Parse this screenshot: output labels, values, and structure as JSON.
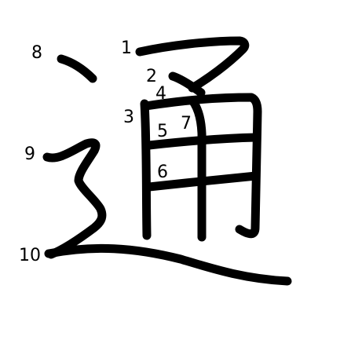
{
  "character": {
    "strokes": [
      {
        "order": "1"
      },
      {
        "order": "2"
      },
      {
        "order": "3"
      },
      {
        "order": "4"
      },
      {
        "order": "5"
      },
      {
        "order": "6"
      },
      {
        "order": "7"
      },
      {
        "order": "8"
      },
      {
        "order": "9"
      },
      {
        "order": "10"
      }
    ]
  },
  "colors": {
    "ink": "#000000",
    "background": "#ffffff"
  }
}
